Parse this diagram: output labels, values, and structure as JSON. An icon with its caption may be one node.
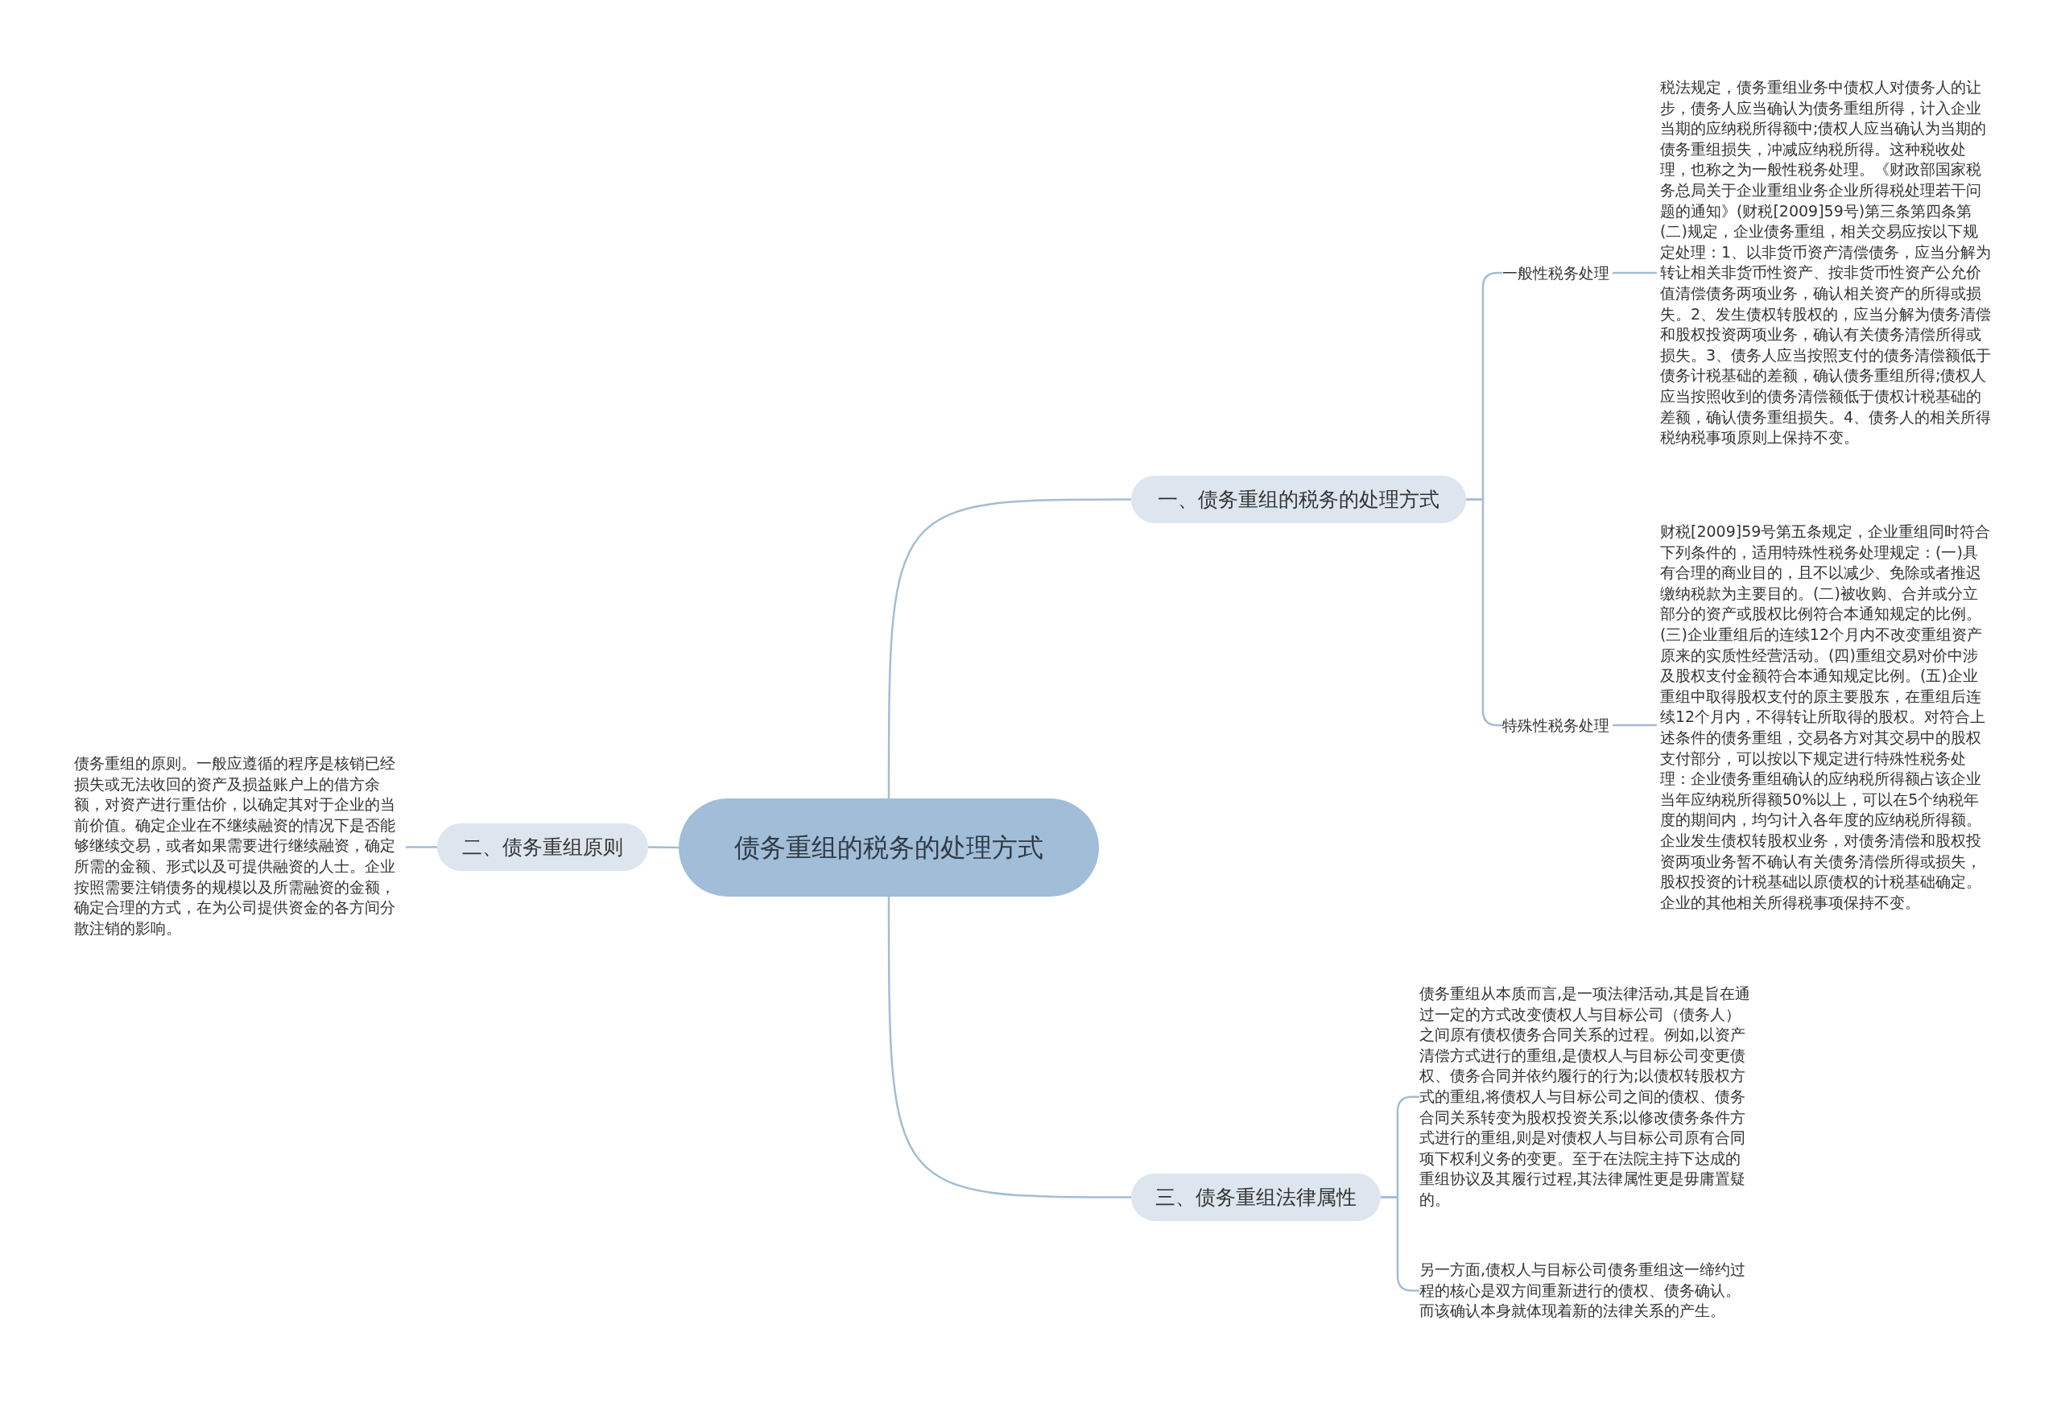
{
  "diagram": {
    "nodes": [
      {
        "text": [
          "债务重组的税务的处理方式"
        ]
      },
      {
        "text": [
          "一、债务重组的税务的处理方式"
        ]
      },
      {
        "text": [
          "一般性税务处理"
        ]
      },
      {
        "text": [
          "税法规定，债务重组业务中债权人对债务人的让步，债务人应当确认为债务重组所得，计入企业当期的应纳税所得额中;债权人应当确认为当期的债务重组损失，冲减应纳税所得。这种税收处理，也称之为一般性税务处理。《财政部国家税务总局关于企业重组业务企业所得税处理若干问题的通知》(财税[2009]59号)第三条第四条第(二)规定，企业债务重组，相关交易应按以下规定处理：1、以非货币资产清偿债务，应当分解为转让相关非货币性资产、按非货币性资产公允价值清偿债务两项业务，确认相关资产的所得或损失。2、发生债权转股权的，应当分解为债务清偿和股权投资两项业务，确认有关债务清偿所得或损失。3、债务人应当按照支付的债务清偿额低于债务计税基础的差额，确认债务重组所得;债权人应当按照收到的债务清偿额低于债权计税基础的差额，确认债务重组损失。4、债务人的相关所得税纳税事项原则上保持不变。"
        ]
      },
      {
        "text": [
          "特殊性税务处理"
        ]
      },
      {
        "text": [
          "财税[2009]59号第五条规定，企业重组同时符合下列条件的，适用特殊性税务处理规定：(一)具有合理的商业目的，且不以减少、免除或者推迟缴纳税款为主要目的。(二)被收购、合并或分立部分的资产或股权比例符合本通知规定的比例。(三)企业重组后的连续12个月内不改变重组资产原来的实质性经营活动。(四)重组交易对价中涉及股权支付金额符合本通知规定比例。(五)企业重组中取得股权支付的原主要股东，在重组后连续12个月内，不得转让所取得的股权。对符合上述条件的债务重组，交易各方对其交易中的股权支付部分，可以按以下规定进行特殊性税务处理：企业债务重组确认的应纳税所得额占该企业当年应纳税所得额50%以上，可以在5个纳税年度的期间内，均匀计入各年度的应纳税所得额。企业发生债权转股权业务，对债务清偿和股权投资两项业务暂不确认有关债务清偿所得或损失，股权投资的计税基础以原债权的计税基础确定。企业的其他相关所得税事项保持不变。"
        ]
      },
      {
        "text": [
          "二、债务重组原则"
        ]
      },
      {
        "text": [
          "债务重组的原则。一般应遵循的程序是核销已经损失或无法收回的资产及损益账户上的借方余额，对资产进行重估价，以确定其对于企业的当前价值。确定企业在不继续融资的情况下是否能够继续交易，或者如果需要进行继续融资，确定所需的金额、形式以及可提供融资的人士。企业按照需要注销债务的规模以及所需融资的金额，确定合理的方式，在为公司提供资金的各方间分散注销的影响。"
        ]
      },
      {
        "text": [
          "三、债务重组法律属性"
        ]
      },
      {
        "text": [
          "债务重组从本质而言,是一项法律活动,其是旨在通过一定的方式改变债权人与目标公司（债务人）之间原有债权债务合同关系的过程。例如,以资产清偿方式进行的重组,是债权人与目标公司变更债权、债务合同并依约履行的行为;以债权转股权方式的重组,将债权人与目标公司之间的债权、债务合同关系转变为股权投资关系;以修改债务条件方式进行的重组,则是对债权人与目标公司原有合同项下权利义务的变更。至于在法院主持下达成的重组协议及其履行过程,其法律属性更是毋庸置疑的。"
        ]
      },
      {
        "text": [
          "另一方面,债权人与目标公司债务重组这一缔约过程的核心是双方间重新进行的债权、债务确认。而该确认本身就体现着新的法律关系的产生。"
        ]
      }
    ],
    "edges": [
      {
        "from": 0,
        "to": 1,
        "arrow": "none"
      },
      {
        "from": 1,
        "to": 2,
        "arrow": "none"
      },
      {
        "from": 2,
        "to": 3,
        "arrow": "none"
      },
      {
        "from": 1,
        "to": 4,
        "arrow": "none"
      },
      {
        "from": 4,
        "to": 5,
        "arrow": "none"
      },
      {
        "from": 0,
        "to": 6,
        "arrow": "none"
      },
      {
        "from": 6,
        "to": 7,
        "arrow": "none"
      },
      {
        "from": 0,
        "to": 8,
        "arrow": "none"
      },
      {
        "from": 8,
        "to": 9,
        "arrow": "none"
      },
      {
        "from": 8,
        "to": 10,
        "arrow": "none"
      }
    ]
  }
}
